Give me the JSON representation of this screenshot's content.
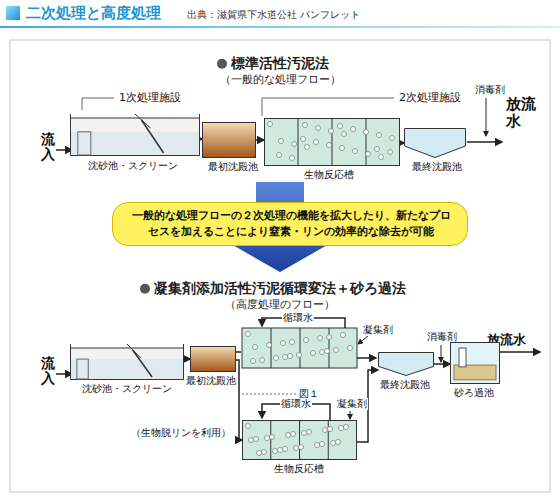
{
  "diagram": {
    "title": "二次処理と高度処理",
    "nodes": [
      {
        "text": [
          "沈砂池・スクリーン"
        ]
      },
      {
        "text": [
          "最初沈殿池"
        ]
      },
      {
        "text": [
          "生物反応槽"
        ]
      },
      {
        "text": [
          "最終沈殿池"
        ]
      },
      {
        "text": [
          "一般的な処理フローの２次処理の機能を拡大したり、新たなプロセスを加えることにより窒素・リンの効率的な除去が可能"
        ]
      },
      {
        "text": [
          "沈砂池・スクリーン"
        ]
      },
      {
        "text": [
          "最初沈殿池"
        ]
      },
      {
        "text": [
          "最終沈殿池"
        ]
      },
      {
        "text": [
          "砂ろ過池"
        ]
      },
      {
        "text": [
          "生物反応槽"
        ]
      }
    ],
    "edges": [
      {
        "from": 0,
        "to": 1,
        "arrow": "to"
      },
      {
        "from": 1,
        "to": 2,
        "arrow": "to"
      },
      {
        "from": 2,
        "to": 3,
        "arrow": "to"
      },
      {
        "from": 5,
        "to": 6,
        "arrow": "to"
      },
      {
        "from": 6,
        "to": 9,
        "arrow": "to"
      },
      {
        "from": 9,
        "to": 7,
        "arrow": "to"
      },
      {
        "from": 7,
        "to": 8,
        "arrow": "to"
      }
    ],
    "labels": [
      "出典：滋賀県下水道公社 パンフレット",
      "標準活性汚泥法",
      "（一般的な処理フロー）",
      "1次処理施設",
      "2次処理施設",
      "消毒剤",
      "流入",
      "放流水",
      "凝集剤添加活性汚泥循環変法＋砂ろ過法",
      "（高度処理のフロー）",
      "循環水",
      "凝集剤",
      "消毒剤",
      "放流水",
      "流入",
      "図１",
      "循環水",
      "凝集剤",
      "（生物脱リンを利用）"
    ]
  }
}
